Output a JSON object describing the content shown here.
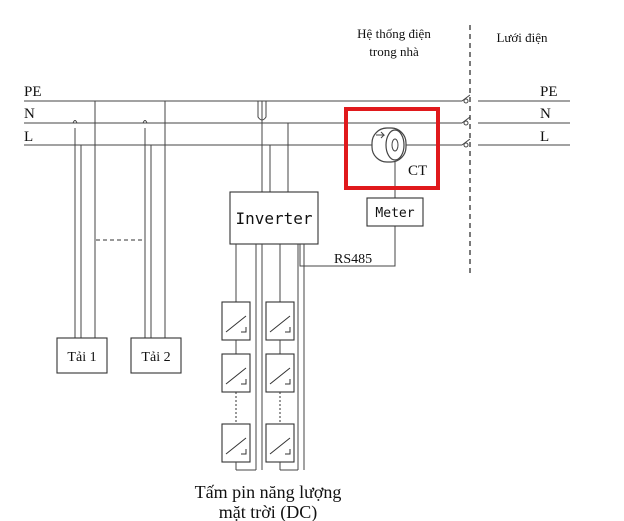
{
  "section_labels": {
    "house_system_line1": "Hệ thống điện",
    "house_system_line2": "trong nhà",
    "grid": "Lưới điện"
  },
  "lines": {
    "left": [
      "PE",
      "N",
      "L"
    ],
    "right": [
      "PE",
      "N",
      "L"
    ]
  },
  "components": {
    "inverter": "Inverter",
    "meter": "Meter",
    "ct": "CT",
    "rs485": "RS485",
    "load1": "Tải 1",
    "load2": "Tải 2"
  },
  "caption": {
    "line1": "Tấm pin năng lượng",
    "line2": "mặt trời (DC)"
  },
  "highlight_color": "#e0191c"
}
